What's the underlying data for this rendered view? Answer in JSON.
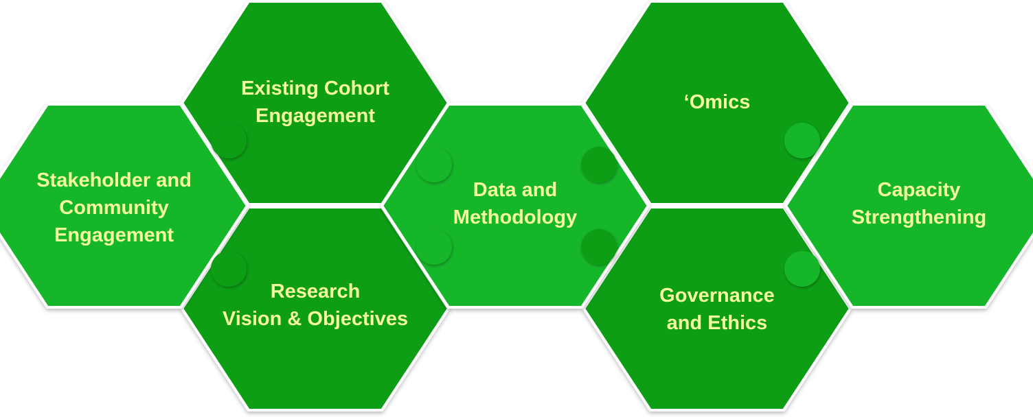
{
  "colors": {
    "hex_light": "#16b629",
    "hex_dark": "#0f9e18",
    "label_text": "#f4fb9c",
    "divider": "#ffffff"
  },
  "hexagons": [
    {
      "id": "existing-cohort",
      "lines": [
        "Existing Cohort",
        "Engagement"
      ],
      "shade": "dark"
    },
    {
      "id": "research-vision",
      "lines": [
        "Research",
        "Vision & Objectives"
      ],
      "shade": "dark"
    },
    {
      "id": "omics",
      "lines": [
        "‘Omics"
      ],
      "shade": "dark"
    },
    {
      "id": "governance-ethics",
      "lines": [
        "Governance",
        "and Ethics"
      ],
      "shade": "dark"
    },
    {
      "id": "stakeholder-community",
      "lines": [
        "Stakeholder and",
        "Community",
        "Engagement"
      ],
      "shade": "light"
    },
    {
      "id": "data-methodology",
      "lines": [
        "Data and",
        "Methodology"
      ],
      "shade": "light"
    },
    {
      "id": "capacity-strengthening",
      "lines": [
        "Capacity",
        "Strengthening"
      ],
      "shade": "light"
    }
  ]
}
